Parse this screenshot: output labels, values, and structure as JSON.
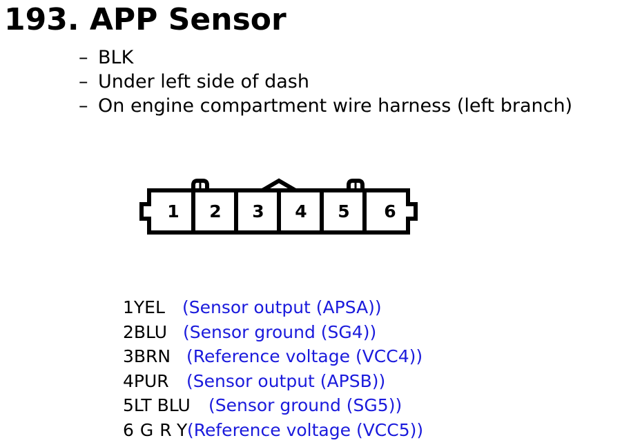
{
  "header": {
    "title": "193. APP Sensor"
  },
  "notes": [
    {
      "dash": "–",
      "text": "BLK"
    },
    {
      "dash": "–",
      "text": "Under left side of dash"
    },
    {
      "dash": "–",
      "text": "On engine compartment wire harness (left branch)"
    }
  ],
  "connector": {
    "pin_labels": [
      "1",
      "2",
      "3",
      "4",
      "5",
      "6"
    ]
  },
  "pins": [
    {
      "wire": "1YEL",
      "description": "(Sensor output (APSA))"
    },
    {
      "wire": "2BLU",
      "description": "(Sensor ground (SG4))"
    },
    {
      "wire": "3BRN",
      "description": "(Reference voltage (VCC4))"
    },
    {
      "wire": "4PUR",
      "description": "(Sensor output (APSB))"
    },
    {
      "wire": "5LT BLU",
      "description": "(Sensor ground (SG5))"
    },
    {
      "wire": "6GRY",
      "description": "(Reference voltage (VCC5))"
    }
  ],
  "colors": {
    "text": "#000000",
    "description": "#1a1adc",
    "background": "#ffffff"
  }
}
